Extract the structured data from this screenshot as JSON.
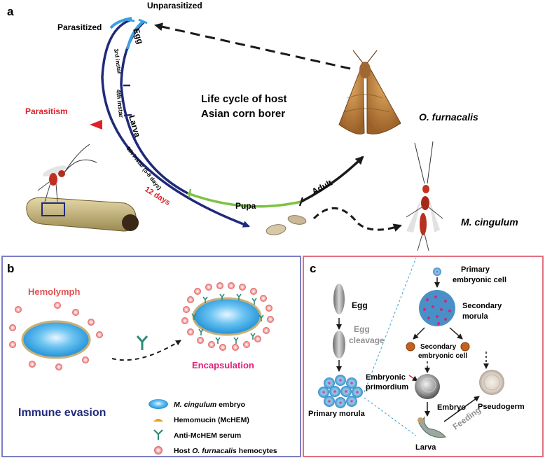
{
  "panel_a": {
    "letter": "a",
    "unparasitized": "Unparasitized",
    "parasitized": "Parasitized",
    "egg": "Egg",
    "third_instar": "3rd instar",
    "fourth_instar": "4th instar",
    "larva": "Larva",
    "fifth_instar": "5th instar (5-8 days)",
    "twelve_days": "12 days",
    "parasitism": "Parasitism",
    "pupa": "Pupa",
    "adult": "Adult",
    "lifecycle_line1": "Life cycle of host",
    "lifecycle_line2": "Asian corn borer",
    "host_species": "O. furnacalis",
    "wasp_species": "M. cingulum"
  },
  "panel_b": {
    "letter": "b",
    "hemolymph": "Hemolymph",
    "encapsulation": "Encapsulation",
    "immune_evasion": "Immune evasion",
    "legend": [
      {
        "species": "M. cingulum",
        "rest": " embryo"
      },
      {
        "text": "Hemomucin (McHEM)"
      },
      {
        "text": "Anti-McHEM serum"
      },
      {
        "prefix": "Host ",
        "species": "O. furnacalis",
        "rest": " hemocytes"
      }
    ]
  },
  "panel_c": {
    "letter": "c",
    "egg": "Egg",
    "egg_cleavage_1": "Egg",
    "egg_cleavage_2": "cleavage",
    "primary_morula": "Primary morula",
    "embryonic_primordium_1": "Embryonic",
    "embryonic_primordium_2": "primordium",
    "primary_embryonic_cell_1": "Primary",
    "primary_embryonic_cell_2": "embryonic cell",
    "secondary_morula_1": "Secondary",
    "secondary_morula_2": "morula",
    "secondary_embryonic_cell_1": "Secondary",
    "secondary_embryonic_cell_2": "embryonic cell",
    "embryo": "Embryo",
    "pseudogerm": "Pseudogerm",
    "feeding": "Feeding",
    "larva": "Larva"
  },
  "colors": {
    "navy": "#1f2a7a",
    "light_blue": "#3aa0e0",
    "green": "#7dc242",
    "red": "#e0202a",
    "panel_b_border": "#7b7fc4",
    "panel_c_border": "#e07080",
    "encapsulation": "#e0207a"
  }
}
